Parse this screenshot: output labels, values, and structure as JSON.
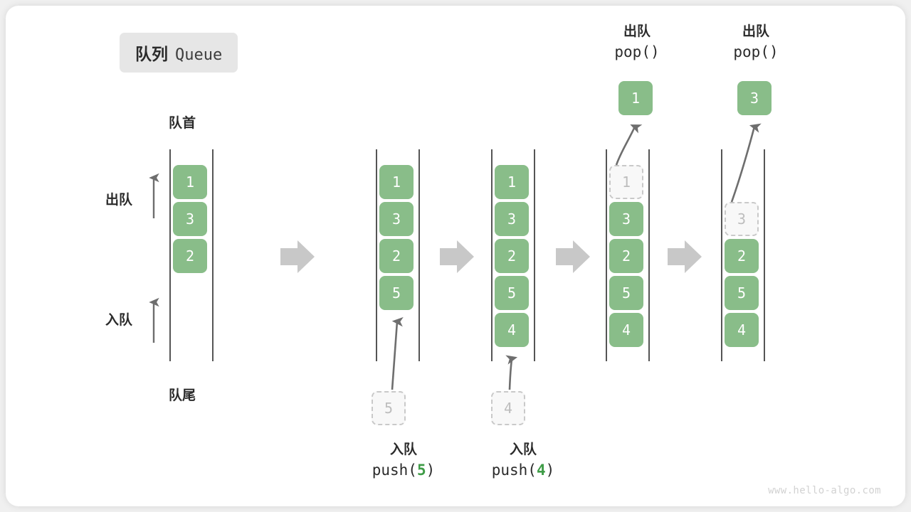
{
  "title": {
    "cn": "队列",
    "en": "Queue"
  },
  "labels": {
    "head": "队首",
    "tail": "队尾",
    "dequeue": "出队",
    "enqueue": "入队"
  },
  "watermark": "www.hello-algo.com",
  "colors": {
    "element": "#89bd89",
    "ghost_fill": "#f8f8f8",
    "ghost_border": "#c9c9c9",
    "rail": "#555555",
    "arrow": "#6e6e6e",
    "step_arrow": "#c8c8c8",
    "badge_bg": "#e6e6e6",
    "accent_text": "#3f9c47"
  },
  "columns": [
    {
      "id": "initial",
      "items": [
        "1",
        "3",
        "2"
      ],
      "ghost_index": null,
      "caption": null
    },
    {
      "id": "push-5",
      "items": [
        "1",
        "3",
        "2",
        "5"
      ],
      "ghost_index": null,
      "incoming": "5",
      "caption": {
        "line1": "入队",
        "op": "push(",
        "arg": "5",
        "close": ")"
      }
    },
    {
      "id": "push-4",
      "items": [
        "1",
        "3",
        "2",
        "5",
        "4"
      ],
      "ghost_index": null,
      "incoming": "4",
      "caption": {
        "line1": "入队",
        "op": "push(",
        "arg": "4",
        "close": ")"
      }
    },
    {
      "id": "pop-1",
      "items": [
        "1",
        "3",
        "2",
        "5",
        "4"
      ],
      "ghost_index": 0,
      "popped": "1",
      "header": {
        "line1": "出队",
        "line2": "pop()"
      }
    },
    {
      "id": "pop-3",
      "items": [
        "",
        "3",
        "2",
        "5",
        "4"
      ],
      "ghost_index": 1,
      "popped": "3",
      "header": {
        "line1": "出队",
        "line2": "pop()"
      }
    }
  ],
  "step_arrows": 4
}
